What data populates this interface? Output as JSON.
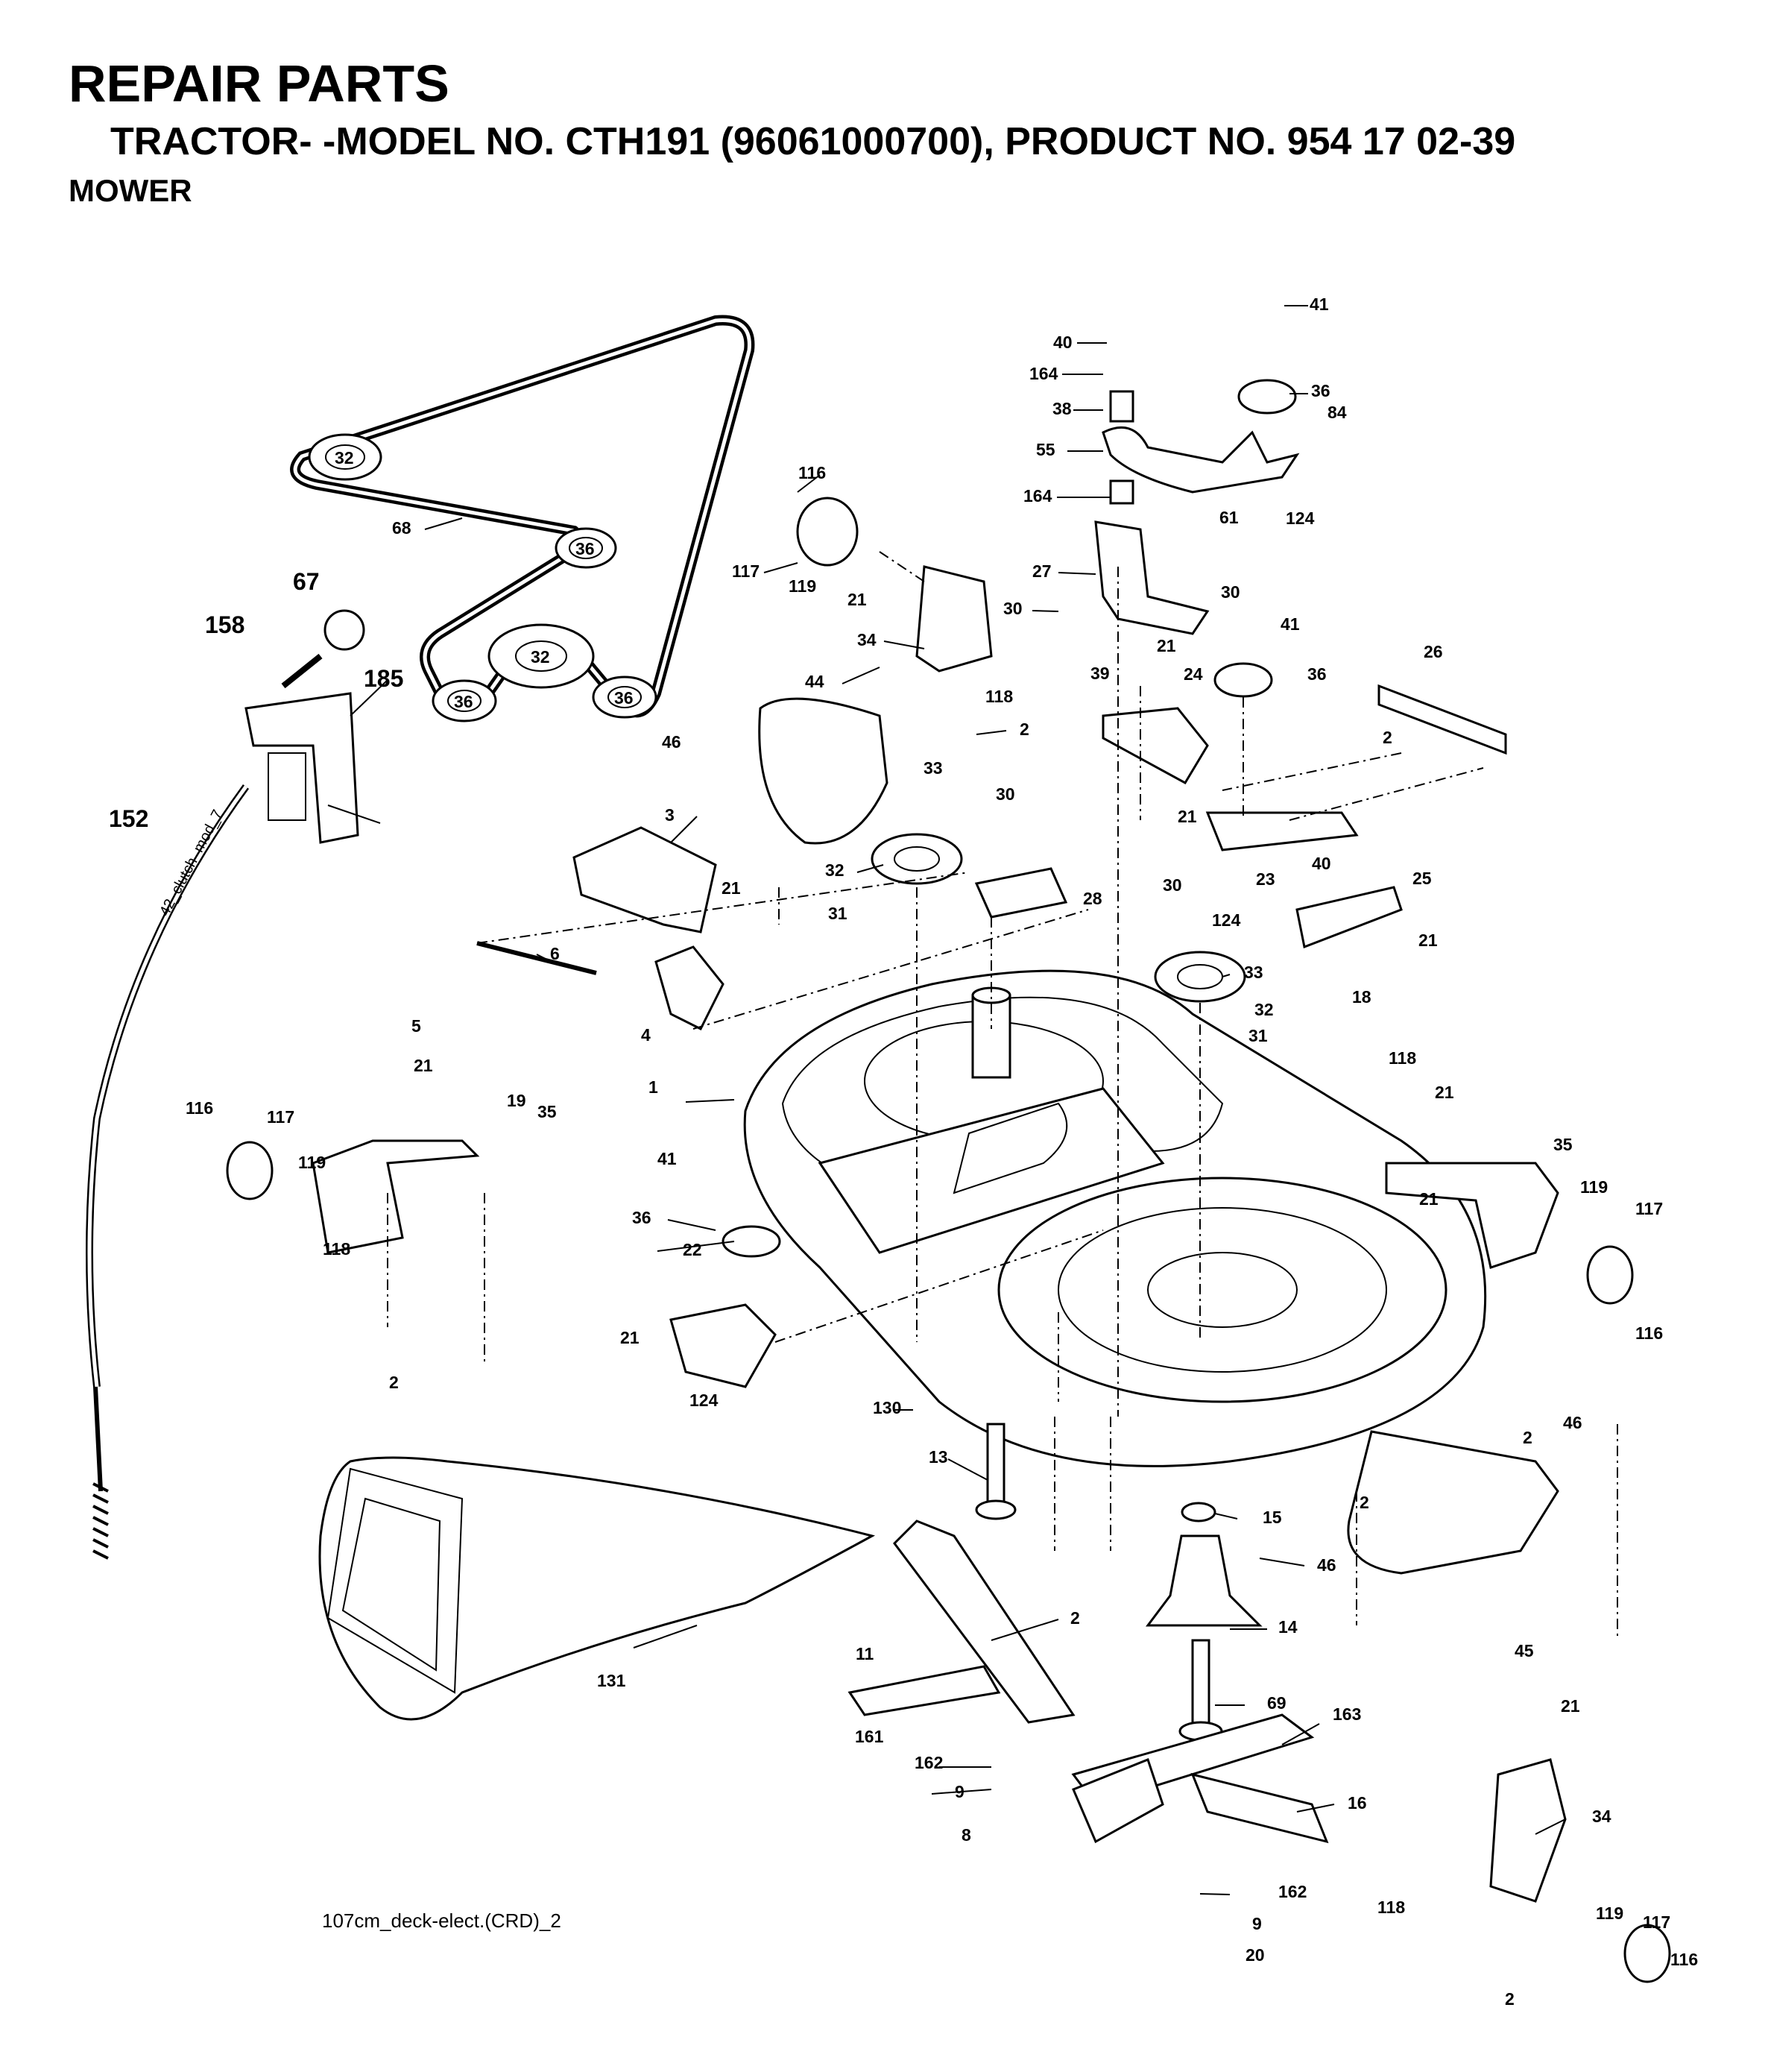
{
  "header": {
    "title": "REPAIR PARTS",
    "subtitle": "TRACTOR- -MODEL NO. CTH191 (96061000700), PRODUCT NO. 954 17 02-39",
    "section": "MOWER"
  },
  "diagram": {
    "file_label": "107cm_deck-elect.(CRD)_2",
    "cable_label": "42_clutch_mod_7",
    "belt_pulley_labels": [
      "32",
      "36",
      "32",
      "36",
      "36"
    ],
    "callouts": [
      {
        "id": "c40a",
        "text": "40"
      },
      {
        "id": "c41a",
        "text": "41"
      },
      {
        "id": "c164a",
        "text": "164"
      },
      {
        "id": "c36a",
        "text": "36"
      },
      {
        "id": "c38",
        "text": "38"
      },
      {
        "id": "c84",
        "text": "84"
      },
      {
        "id": "c55",
        "text": "55"
      },
      {
        "id": "c116a",
        "text": "116"
      },
      {
        "id": "c164b",
        "text": "164"
      },
      {
        "id": "c124a",
        "text": "124"
      },
      {
        "id": "c68",
        "text": "68"
      },
      {
        "id": "c61",
        "text": "61"
      },
      {
        "id": "c67",
        "text": "67"
      },
      {
        "id": "c117a",
        "text": "117"
      },
      {
        "id": "c119a",
        "text": "119"
      },
      {
        "id": "c27",
        "text": "27"
      },
      {
        "id": "c30a",
        "text": "30"
      },
      {
        "id": "c21a",
        "text": "21"
      },
      {
        "id": "c30b",
        "text": "30"
      },
      {
        "id": "c41b",
        "text": "41"
      },
      {
        "id": "c158",
        "text": "158"
      },
      {
        "id": "c34a",
        "text": "34"
      },
      {
        "id": "c118a",
        "text": "118"
      },
      {
        "id": "c21b",
        "text": "21"
      },
      {
        "id": "c26",
        "text": "26"
      },
      {
        "id": "c185",
        "text": "185"
      },
      {
        "id": "c39",
        "text": "39"
      },
      {
        "id": "c24",
        "text": "24"
      },
      {
        "id": "c36b",
        "text": "36"
      },
      {
        "id": "c44",
        "text": "44"
      },
      {
        "id": "c2a",
        "text": "2"
      },
      {
        "id": "c46a",
        "text": "46"
      },
      {
        "id": "c2b",
        "text": "2"
      },
      {
        "id": "c33a",
        "text": "33"
      },
      {
        "id": "c21c",
        "text": "21"
      },
      {
        "id": "c152",
        "text": "152"
      },
      {
        "id": "c30c",
        "text": "30"
      },
      {
        "id": "c3",
        "text": "3"
      },
      {
        "id": "c40b",
        "text": "40"
      },
      {
        "id": "c25",
        "text": "25"
      },
      {
        "id": "c32a",
        "text": "32"
      },
      {
        "id": "c23",
        "text": "23"
      },
      {
        "id": "c21d",
        "text": "21"
      },
      {
        "id": "c30d",
        "text": "30"
      },
      {
        "id": "c28",
        "text": "28"
      },
      {
        "id": "c31a",
        "text": "31"
      },
      {
        "id": "c124b",
        "text": "124"
      },
      {
        "id": "c21e",
        "text": "21"
      },
      {
        "id": "c6",
        "text": "6"
      },
      {
        "id": "c33b",
        "text": "33"
      },
      {
        "id": "c18",
        "text": "18"
      },
      {
        "id": "c32b",
        "text": "32"
      },
      {
        "id": "c5",
        "text": "5"
      },
      {
        "id": "c4",
        "text": "4"
      },
      {
        "id": "c31b",
        "text": "31"
      },
      {
        "id": "c21f",
        "text": "21"
      },
      {
        "id": "c118b",
        "text": "118"
      },
      {
        "id": "c19",
        "text": "19"
      },
      {
        "id": "c35a",
        "text": "35"
      },
      {
        "id": "c1",
        "text": "1"
      },
      {
        "id": "c21g",
        "text": "21"
      },
      {
        "id": "c116b",
        "text": "116"
      },
      {
        "id": "c117b",
        "text": "117"
      },
      {
        "id": "c35b",
        "text": "35"
      },
      {
        "id": "c119b",
        "text": "119"
      },
      {
        "id": "c41c",
        "text": "41"
      },
      {
        "id": "c119c",
        "text": "119"
      },
      {
        "id": "c21h",
        "text": "21"
      },
      {
        "id": "c117c",
        "text": "117"
      },
      {
        "id": "c36c",
        "text": "36"
      },
      {
        "id": "c118c",
        "text": "118"
      },
      {
        "id": "c22",
        "text": "22"
      },
      {
        "id": "c116c",
        "text": "116"
      },
      {
        "id": "c21i",
        "text": "21"
      },
      {
        "id": "c2c",
        "text": "2"
      },
      {
        "id": "c124c",
        "text": "124"
      },
      {
        "id": "c130",
        "text": "130"
      },
      {
        "id": "c13",
        "text": "13"
      },
      {
        "id": "c2d",
        "text": "2"
      },
      {
        "id": "c46b",
        "text": "46"
      },
      {
        "id": "c15",
        "text": "15"
      },
      {
        "id": "c2e",
        "text": "2"
      },
      {
        "id": "c46c",
        "text": "46"
      },
      {
        "id": "c14",
        "text": "14"
      },
      {
        "id": "c2f",
        "text": "2"
      },
      {
        "id": "c11",
        "text": "11"
      },
      {
        "id": "c45",
        "text": "45"
      },
      {
        "id": "c131",
        "text": "131"
      },
      {
        "id": "c69",
        "text": "69"
      },
      {
        "id": "c163",
        "text": "163"
      },
      {
        "id": "c161",
        "text": "161"
      },
      {
        "id": "c21j",
        "text": "21"
      },
      {
        "id": "c162a",
        "text": "162"
      },
      {
        "id": "c9a",
        "text": "9"
      },
      {
        "id": "c34b",
        "text": "34"
      },
      {
        "id": "c16",
        "text": "16"
      },
      {
        "id": "c8",
        "text": "8"
      },
      {
        "id": "c162b",
        "text": "162"
      },
      {
        "id": "c118d",
        "text": "118"
      },
      {
        "id": "c9b",
        "text": "9"
      },
      {
        "id": "c119d",
        "text": "119"
      },
      {
        "id": "c117d",
        "text": "117"
      },
      {
        "id": "c20",
        "text": "20"
      },
      {
        "id": "c116d",
        "text": "116"
      },
      {
        "id": "c2g",
        "text": "2"
      }
    ]
  }
}
